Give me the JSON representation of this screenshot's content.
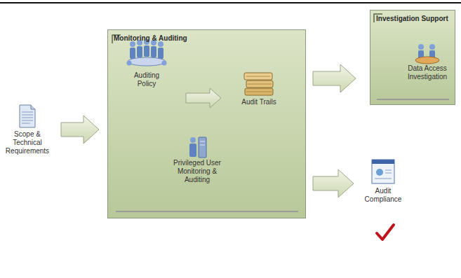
{
  "diagram": {
    "nodes": [
      {
        "text": [
          "Scope & Technical Requirements"
        ]
      },
      {
        "text": [
          "Monitoring & Auditing"
        ]
      },
      {
        "text": [
          "Auditing Policy"
        ],
        "in": 1
      },
      {
        "text": [
          "Audit Trails"
        ],
        "in": 1
      },
      {
        "text": [
          "Privileged User Monitoring & Auditing"
        ],
        "in": 1
      },
      {
        "text": [
          "Investigation Support"
        ]
      },
      {
        "text": [
          "Data Access Investigation"
        ],
        "in": 5
      },
      {
        "text": [
          "Audit Compliance"
        ]
      }
    ],
    "edges": [
      {
        "from": 0,
        "to": 1,
        "arrow": "to"
      },
      {
        "from": 2,
        "to": 3,
        "arrow": "to"
      },
      {
        "from": 1,
        "to": 5,
        "arrow": "to"
      },
      {
        "from": 1,
        "to": 7,
        "arrow": "to"
      }
    ]
  }
}
